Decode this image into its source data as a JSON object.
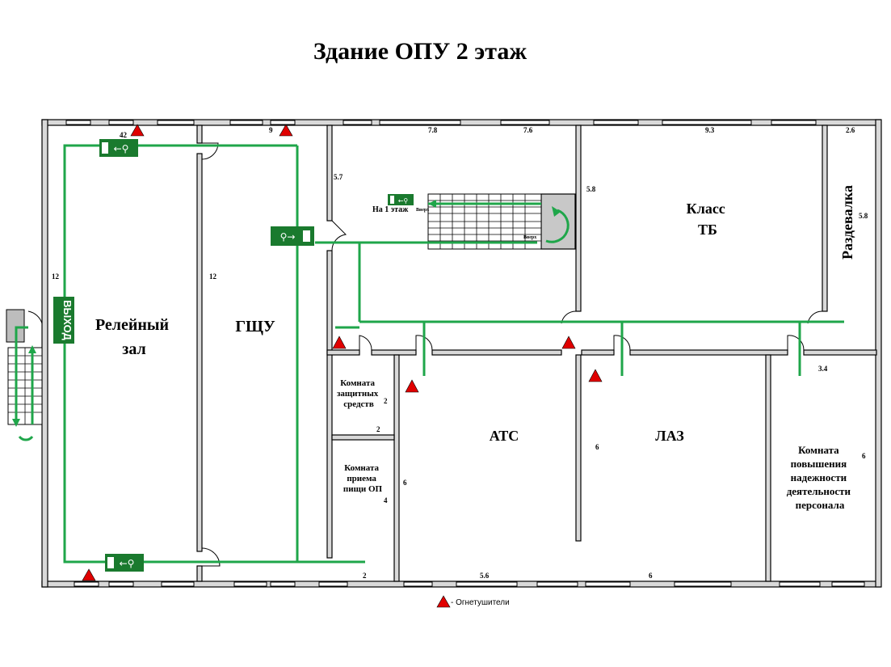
{
  "title": "Здание ОПУ 2 этаж",
  "rooms": {
    "relay_hall": [
      "Релейный",
      "зал"
    ],
    "gshu": "ГЩУ",
    "class_tb": [
      "Класс",
      "ТБ"
    ],
    "locker": "Раздевалка",
    "protective": [
      "Комната",
      "защитных",
      "средств"
    ],
    "food": [
      "Комната",
      "приема",
      "пищи ОП"
    ],
    "ats": "АТС",
    "laz": "ЛАЗ",
    "reliability": [
      "Комната",
      "повышения",
      "надежности",
      "деятельности",
      "персонала"
    ]
  },
  "signs": {
    "exit_vertical": "ВЫХОД",
    "to_first_floor": "На 1 этаж",
    "up": "Вверх"
  },
  "dimensions": [
    "42",
    "9",
    "7.8",
    "7.6",
    "9.3",
    "2.6",
    "5.7",
    "5.8",
    "5.8",
    "12",
    "12",
    "2",
    "2",
    "6",
    "4",
    "6",
    "3.4",
    "6",
    "2",
    "5.6",
    "6"
  ],
  "legend": "- Огнетушители",
  "colors": {
    "route": "#1fa64a",
    "exit_sign": "#1a7a2e",
    "extinguisher": "#e00000",
    "wall": "#d9d9d9"
  },
  "icons": [
    "exit-sign-icon",
    "fire-extinguisher-icon",
    "stairs-icon",
    "up-arrow-icon"
  ]
}
